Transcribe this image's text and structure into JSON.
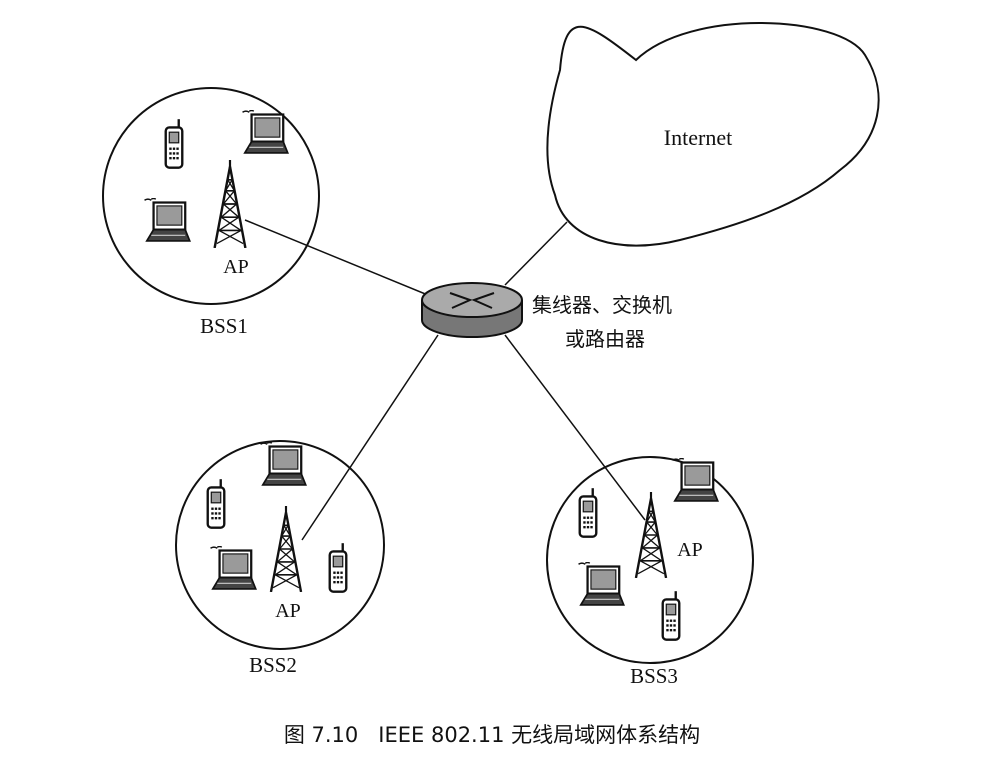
{
  "internet": {
    "label": "Internet"
  },
  "hub": {
    "label_line1": "集线器、交换机",
    "label_line2": "或路由器"
  },
  "bss": [
    {
      "name": "BSS1",
      "ap_label": "AP"
    },
    {
      "name": "BSS2",
      "ap_label": "AP"
    },
    {
      "name": "BSS3",
      "ap_label": "AP"
    }
  ],
  "caption": "图 7.10   IEEE 802.11 无线局域网体系结构",
  "colors": {
    "ink": "#111111",
    "paper": "#ffffff",
    "device_gray": "#9a9a9a"
  }
}
